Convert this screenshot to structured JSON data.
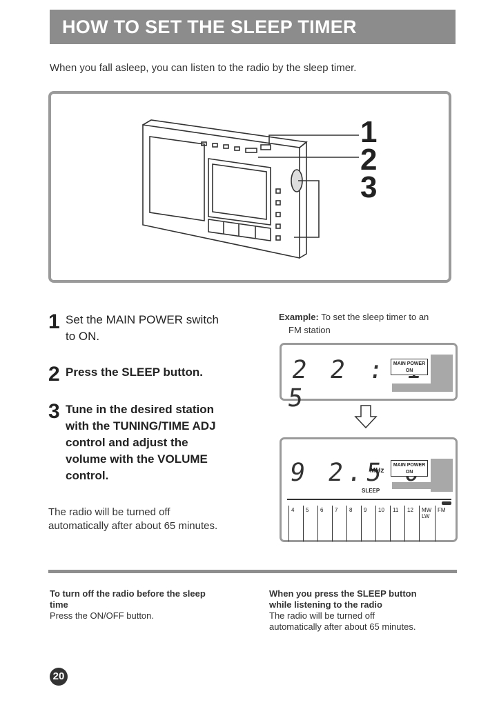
{
  "page": {
    "title": "HOW TO SET THE SLEEP TIMER",
    "intro": "When you fall asleep, you can listen to the radio by the sleep timer.",
    "page_number": "20"
  },
  "illustration": {
    "callouts": [
      "1",
      "2",
      "3"
    ]
  },
  "steps": [
    {
      "number": "1",
      "lines": [
        "Set the MAIN POWER switch",
        "to ON."
      ],
      "bold": false
    },
    {
      "number": "2",
      "lines": [
        "Press the SLEEP button."
      ],
      "bold": true
    },
    {
      "number": "3",
      "lines": [
        "Tune in the desired station",
        "with the TUNING/TIME ADJ",
        "control and adjust the",
        "volume with the VOLUME",
        "control."
      ],
      "bold": true
    }
  ],
  "auto_off_note": [
    "The radio will be turned off",
    "automatically after about 65 minutes."
  ],
  "example": {
    "label": "Example:",
    "text_line1": "To set the sleep timer to an",
    "text_line2": "FM station"
  },
  "display1": {
    "digits": "2 2 : 1 5",
    "main_power_label": "MAIN POWER",
    "on_label": "ON"
  },
  "arrow_icon": "down-arrow-icon",
  "display2": {
    "digits": "9 2.5 0",
    "unit": "MHz",
    "main_power_label": "MAIN POWER",
    "on_label": "ON",
    "sleep_label": "SLEEP",
    "scale": [
      "4",
      "5",
      "6",
      "7",
      "8",
      "9",
      "10",
      "11",
      "12",
      "MW LW",
      "FM"
    ]
  },
  "footer": {
    "left_title": [
      "To turn off the radio before the sleep",
      "time"
    ],
    "left_body": "Press the ON/OFF button.",
    "right_title": [
      "When you press the SLEEP button",
      "while listening to the radio"
    ],
    "right_body": [
      "The radio will be turned off",
      "automatically after about 65 minutes."
    ]
  }
}
